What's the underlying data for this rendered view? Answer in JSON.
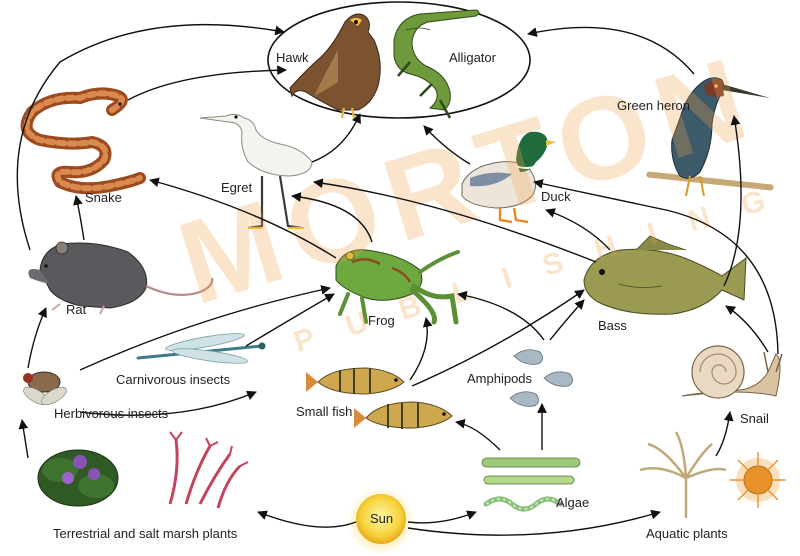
{
  "labels": {
    "hawk": "Hawk",
    "alligator": "Alligator",
    "green_heron": "Green heron",
    "snake": "Snake",
    "egret": "Egret",
    "duck": "Duck",
    "rat": "Rat",
    "frog": "Frog",
    "bass": "Bass",
    "carnivorous_insects": "Carnivorous insects",
    "herbivorous_insects": "Herbivorous insects",
    "amphipods": "Amphipods",
    "small_fish": "Small fish",
    "snail": "Snail",
    "algae": "Algae",
    "sun": "Sun",
    "terrestrial_plants": "Terrestrial and salt marsh plants",
    "aquatic_plants": "Aquatic plants"
  },
  "watermark": {
    "brand": "MORTON",
    "sub": "PUBLISHING"
  },
  "colors": {
    "arrow": "#111111",
    "sun_fill": "#f7d23a",
    "watermark": "#f4a24a"
  }
}
